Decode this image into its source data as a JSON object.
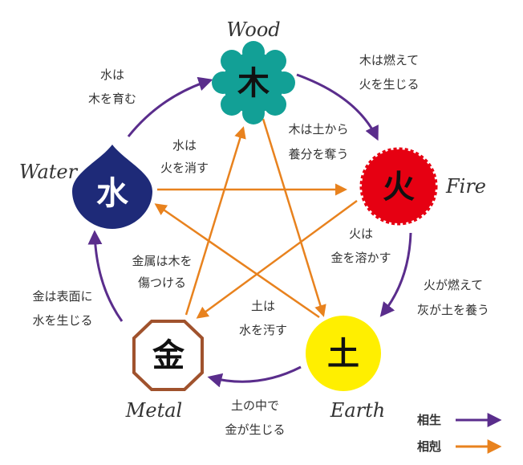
{
  "colors": {
    "wood": "#12A096",
    "fire": "#E60012",
    "earth": "#FFEF00",
    "metal_border": "#A0522D",
    "water": "#1E2A78",
    "generating": "#5A2D8C",
    "overcoming": "#E8821E"
  },
  "elements": {
    "wood": {
      "glyph": "木",
      "label": "Wood"
    },
    "fire": {
      "glyph": "火",
      "label": "Fire"
    },
    "earth": {
      "glyph": "土",
      "label": "Earth"
    },
    "metal": {
      "glyph": "金",
      "label": "Metal"
    },
    "water": {
      "glyph": "水",
      "label": "Water"
    }
  },
  "generating": {
    "wood_fire": [
      "木は燃えて",
      "火を生じる"
    ],
    "fire_earth": [
      "火が燃えて",
      "灰が土を養う"
    ],
    "earth_metal": [
      "土の中で",
      "金が生じる"
    ],
    "metal_water": [
      "金は表面に",
      "水を生じる"
    ],
    "water_wood": [
      "水は",
      "木を育む"
    ]
  },
  "overcoming": {
    "wood_earth": [
      "木は土から",
      "養分を奪う"
    ],
    "fire_metal": [
      "火は",
      "金を溶かす"
    ],
    "earth_water": [
      "土は",
      "水を汚す"
    ],
    "metal_wood": [
      "金属は木を",
      "傷つける"
    ],
    "water_fire": [
      "水は",
      "火を消す"
    ]
  },
  "legend": {
    "generating": "相生",
    "overcoming": "相剋"
  }
}
